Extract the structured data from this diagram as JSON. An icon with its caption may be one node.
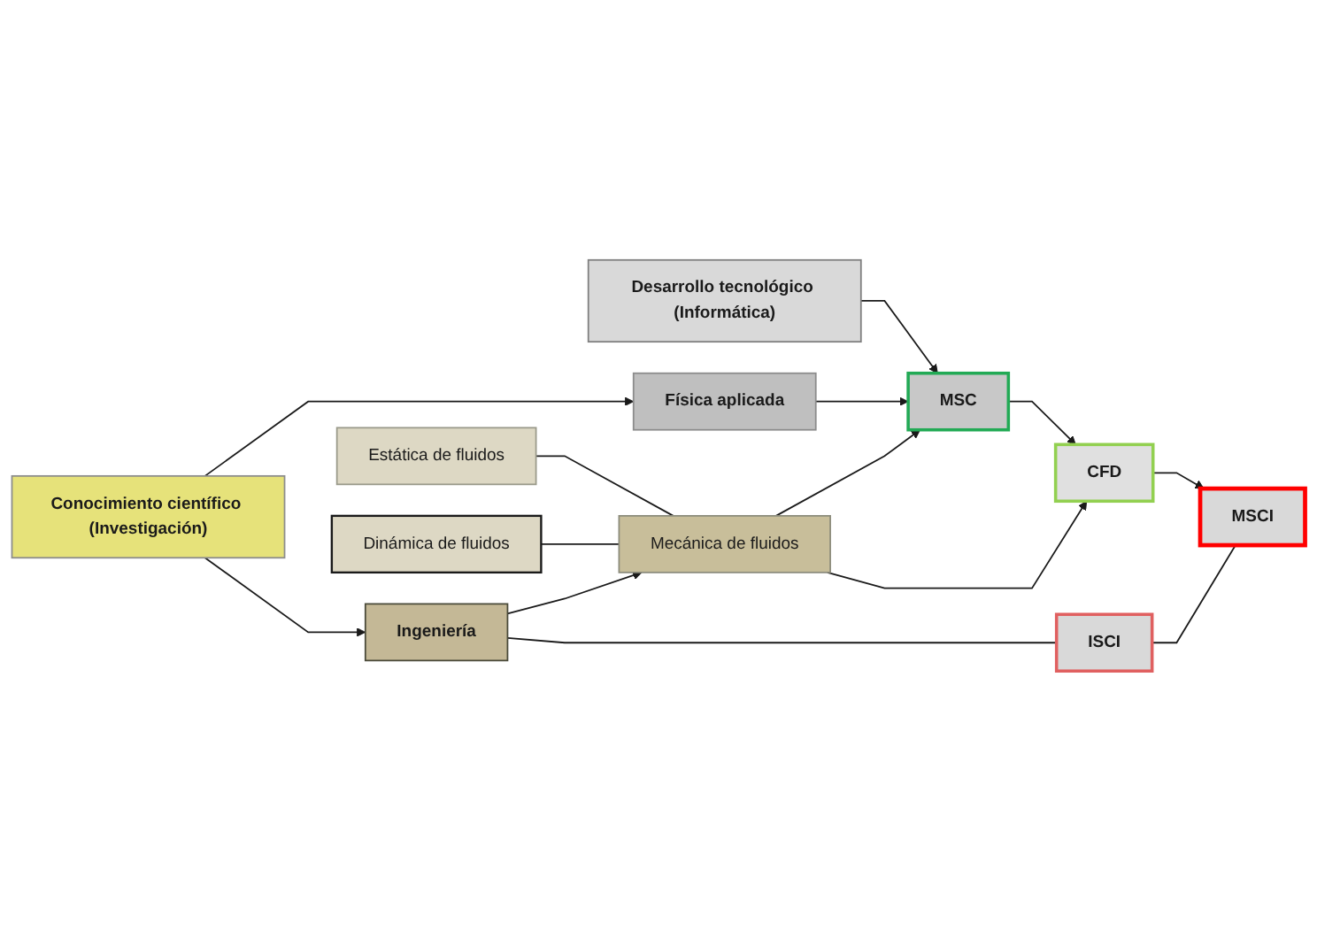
{
  "diagram": {
    "nodes": [
      {
        "text": [
          "Conocimiento científico (Investigación)"
        ]
      },
      {
        "text": [
          "Desarrollo tecnológico (Informática)"
        ]
      },
      {
        "text": [
          "Física aplicada"
        ]
      },
      {
        "text": [
          "MSC"
        ]
      },
      {
        "text": [
          "Ingeniería"
        ]
      },
      {
        "text": [
          "Mecánica de fluidos"
        ]
      },
      {
        "text": [
          "CFD"
        ]
      },
      {
        "text": [
          "Estática de fluidos"
        ]
      },
      {
        "text": [
          "MSCI"
        ]
      },
      {
        "text": [
          "Dinámica de fluidos"
        ]
      },
      {
        "text": [
          "ISCI"
        ]
      }
    ],
    "edges": [
      {
        "from": 0,
        "to": 2,
        "arrow": "to"
      },
      {
        "from": 0,
        "to": 4,
        "arrow": "to"
      },
      {
        "from": 1,
        "to": 3,
        "arrow": "to"
      },
      {
        "from": 2,
        "to": 3,
        "arrow": "to"
      },
      {
        "from": 5,
        "to": 3,
        "arrow": "to"
      },
      {
        "from": 4,
        "to": 5,
        "arrow": "to"
      },
      {
        "from": 5,
        "to": 6,
        "arrow": "to"
      },
      {
        "from": 3,
        "to": 6,
        "arrow": "to"
      },
      {
        "from": 7,
        "to": 5,
        "arrow": "none"
      },
      {
        "from": 9,
        "to": 5,
        "arrow": "none"
      },
      {
        "from": 6,
        "to": 8,
        "arrow": "to"
      },
      {
        "from": 4,
        "to": 10,
        "arrow": "none"
      },
      {
        "from": 10,
        "to": 8,
        "arrow": "none"
      }
    ]
  }
}
